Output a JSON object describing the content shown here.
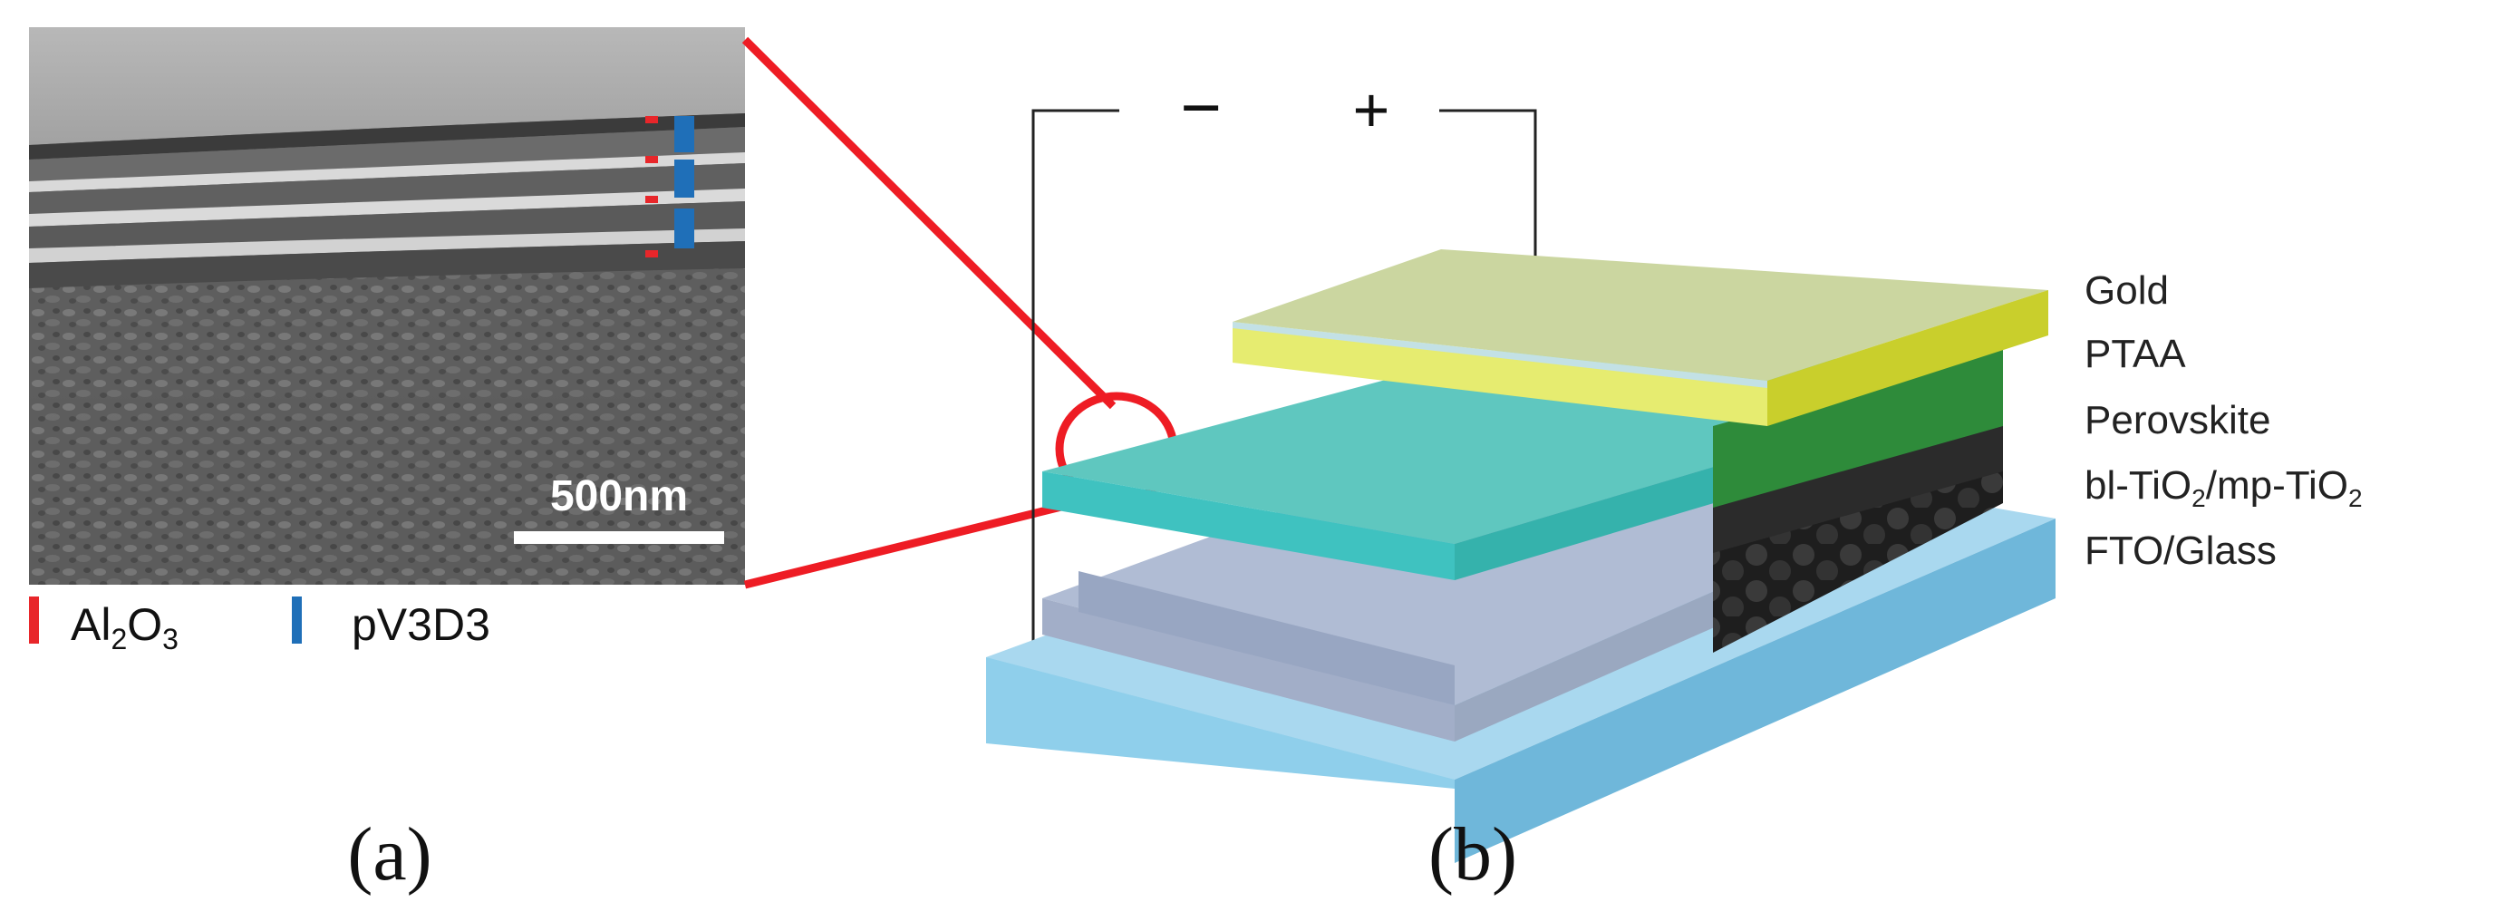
{
  "panel_a": {
    "scale_bar": "500nm",
    "legend": [
      {
        "base": "Al",
        "sub1": "2",
        "mid": "O",
        "sub2": "3",
        "color": "#e8262a"
      },
      {
        "base": "pV3D3",
        "sub1": "",
        "mid": "",
        "sub2": "",
        "color": "#1f6fb8"
      }
    ],
    "caption": "(a)"
  },
  "panel_b": {
    "terminals": {
      "negative": "−",
      "positive": "+"
    },
    "layers": [
      {
        "text": "Gold",
        "sub": "",
        "rest": "",
        "sub2": ""
      },
      {
        "text": "PTAA",
        "sub": "",
        "rest": "",
        "sub2": ""
      },
      {
        "text": "Perovskite",
        "sub": "",
        "rest": "",
        "sub2": ""
      },
      {
        "text": "bl-TiO",
        "sub": "2",
        "rest": "/mp-TiO",
        "sub2": "2"
      },
      {
        "text": "FTO/Glass",
        "sub": "",
        "rest": "",
        "sub2": ""
      }
    ],
    "caption": "(b)"
  },
  "colors": {
    "zoom_line": "#ee1c24",
    "gold": "#d6e03a",
    "ptaa": "#2e8b3a",
    "perovskite": "#3b3b3b",
    "tio2": "#2b2b2b",
    "fto_glass": "#7fc6e6",
    "barrier": "#b9dcf0"
  }
}
